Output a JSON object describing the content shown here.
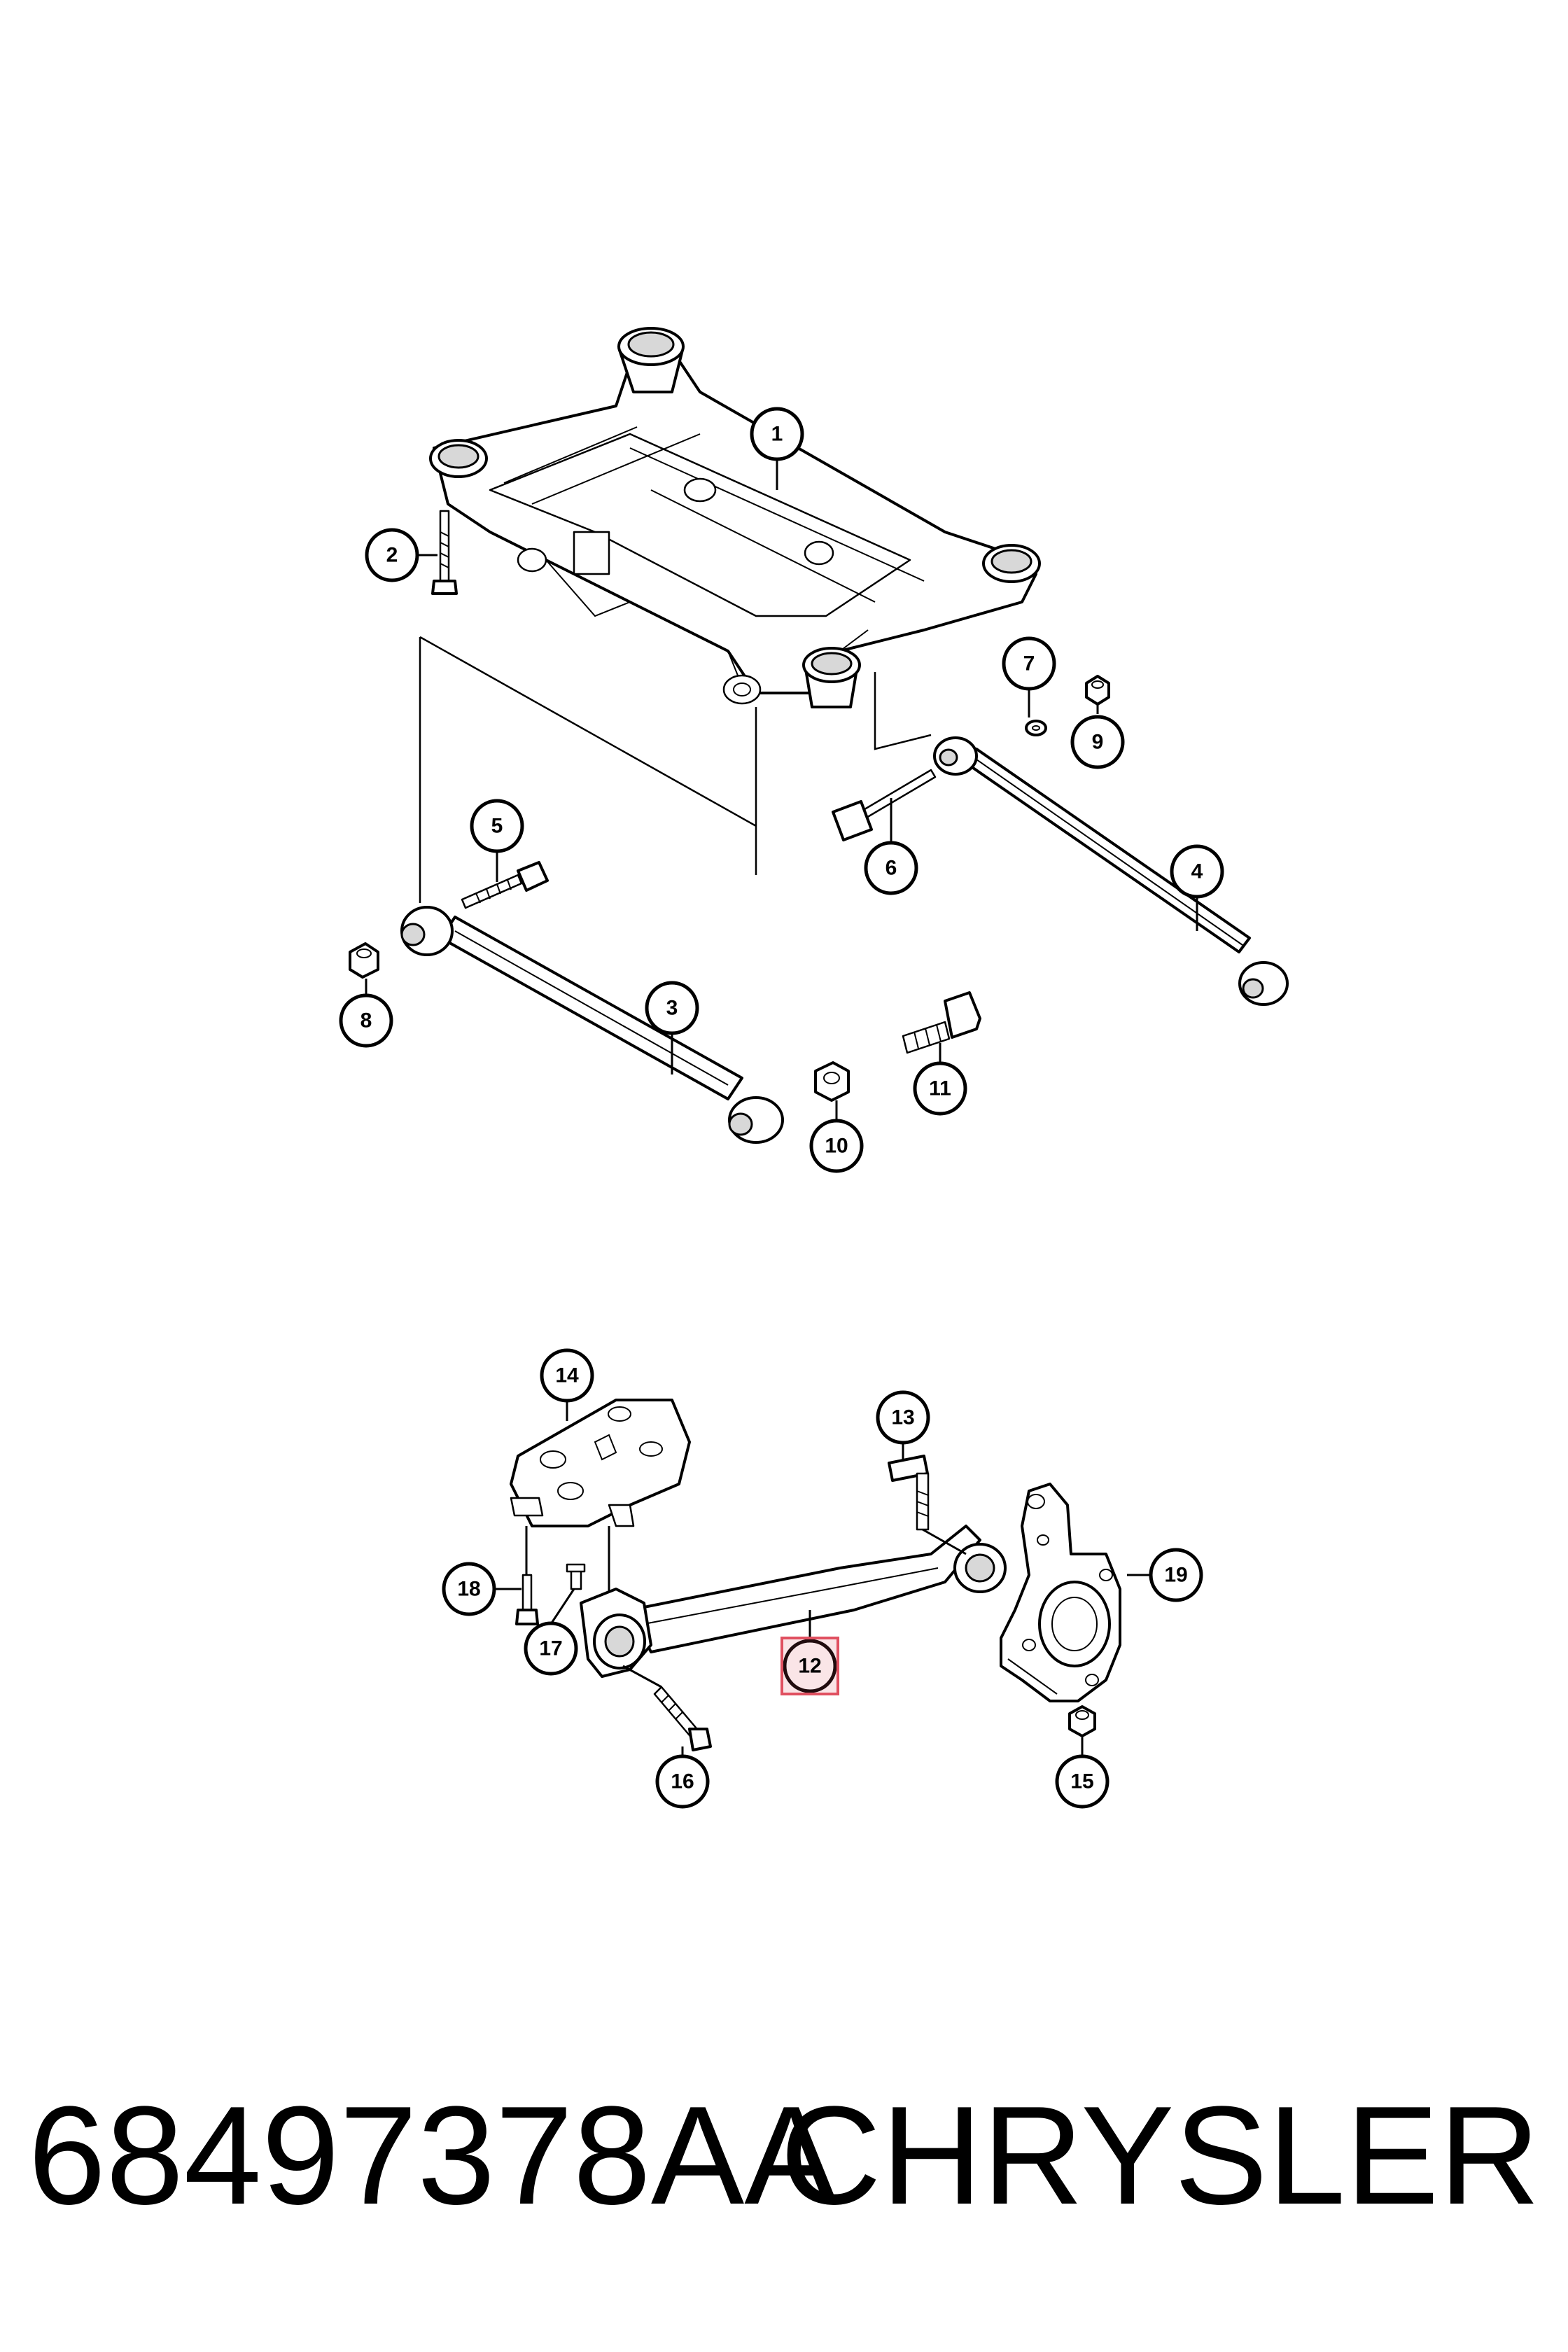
{
  "footer": {
    "part_number": "68497378AA",
    "brand": "CHRYSLER"
  },
  "callouts": {
    "c1": "1",
    "c2": "2",
    "c3": "3",
    "c4": "4",
    "c5": "5",
    "c6": "6",
    "c7": "7",
    "c8": "8",
    "c9": "9",
    "c10": "10",
    "c11": "11",
    "c12": "12",
    "c13": "13",
    "c14": "14",
    "c15": "15",
    "c16": "16",
    "c17": "17",
    "c18": "18",
    "c19": "19"
  },
  "highlight": {
    "callout": "12",
    "color": "#e05060"
  }
}
